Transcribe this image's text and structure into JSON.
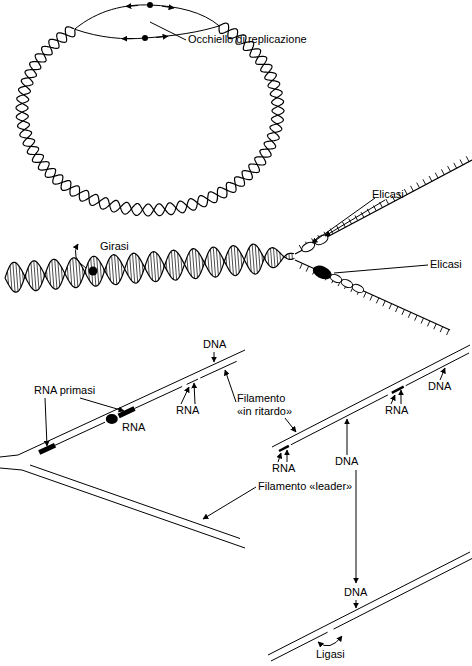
{
  "diagram": {
    "labels": [
      "Occhiello di replicazione",
      "Elicasi",
      "Girasi",
      "Elicasi",
      "DNA",
      "RNA primasi",
      "Filamento «in ritardo»",
      "RNA",
      "RNA",
      "Filamento «leader»",
      "DNA",
      "RNA",
      "DNA",
      "RNA",
      "DNA",
      "Ligasi"
    ]
  }
}
